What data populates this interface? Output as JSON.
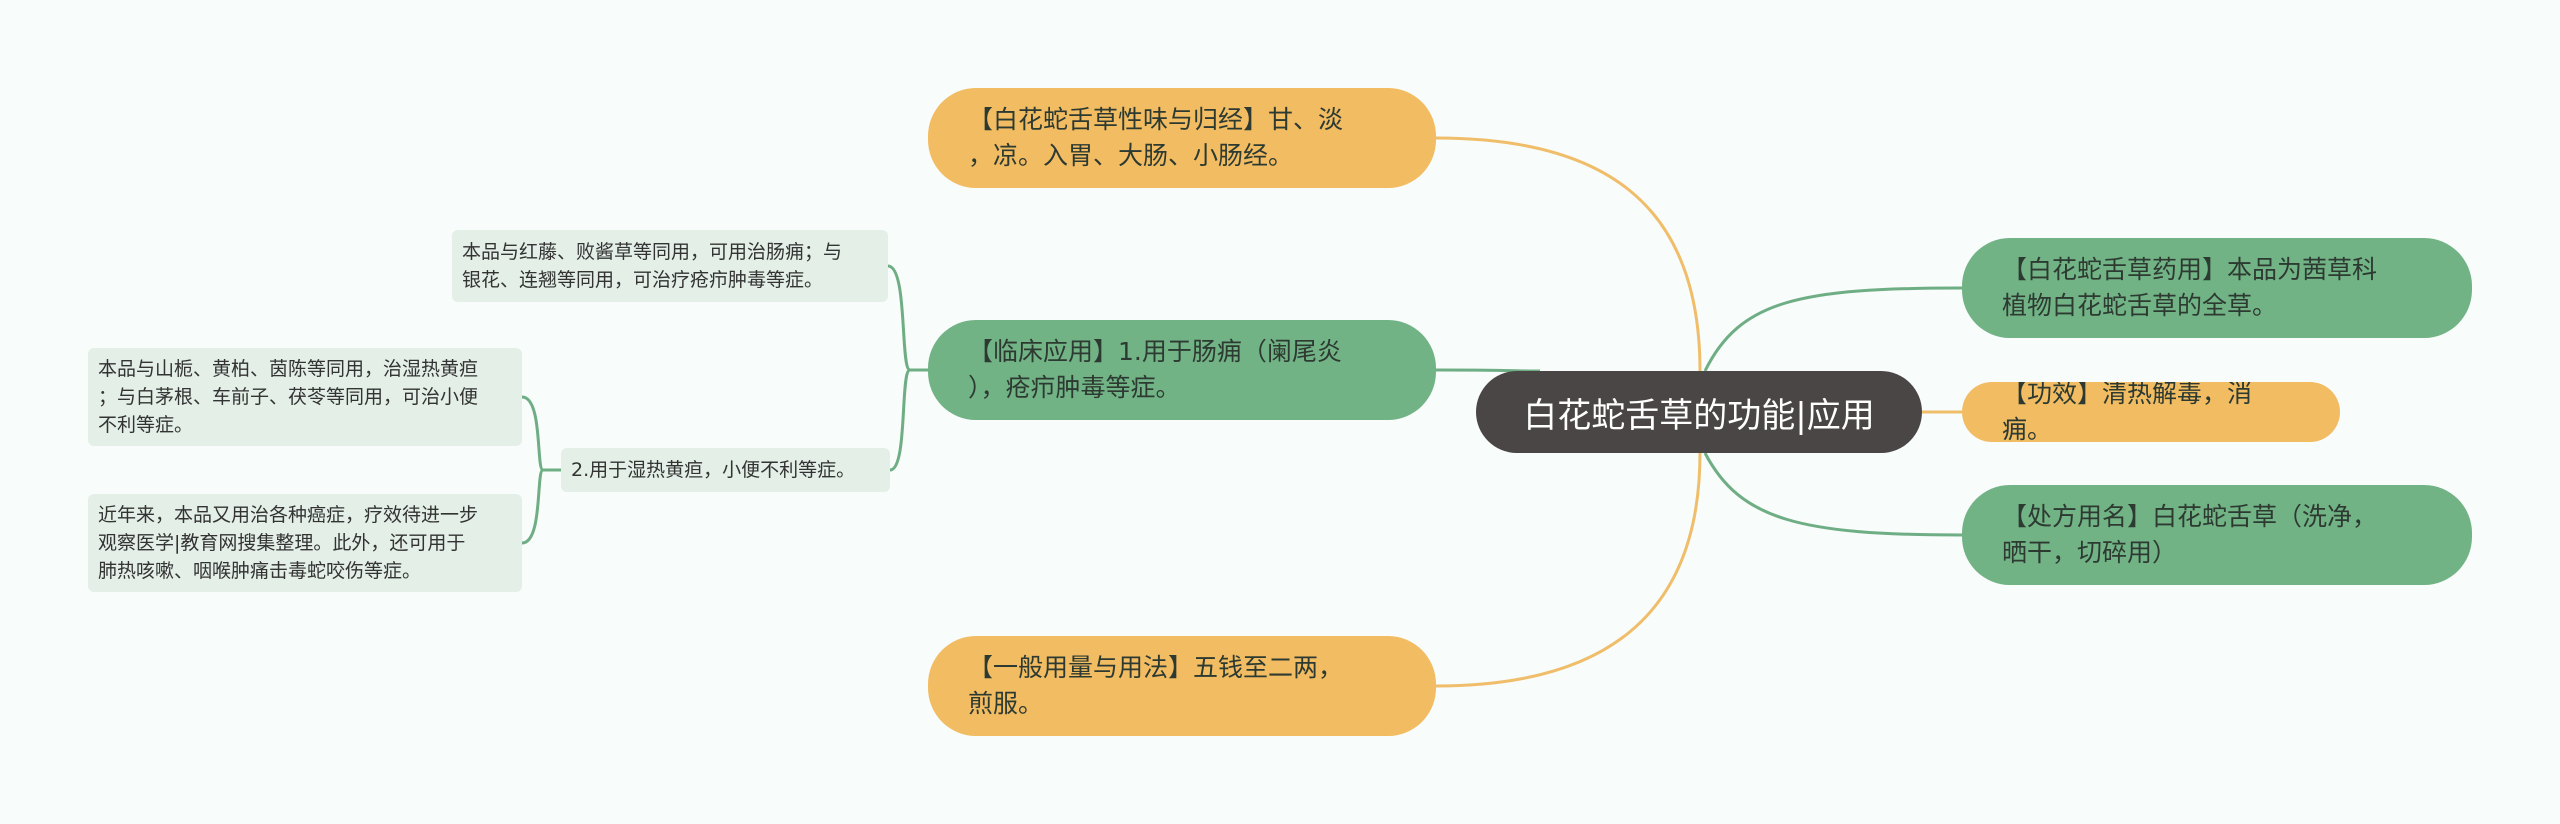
{
  "root": {
    "label": "白花蛇舌草的功能|应用"
  },
  "left": {
    "taste": {
      "text": "【白花蛇舌草性味与归经】甘、淡\n，凉。入胃、大肠、小肠经。"
    },
    "clinical": {
      "text": "【临床应用】1.用于肠痈（阑尾炎\n），疮疖肿毒等症。",
      "leaf_intestinal": "本品与红藤、败酱草等同用，可用治肠痈；与\n银花、连翘等同用，可治疗疮疖肿毒等症。",
      "damp_heat": {
        "text": "2.用于湿热黄疸，小便不利等症。",
        "leaf_jaundice": "本品与山栀、黄柏、茵陈等同用，治湿热黄疸\n；与白茅根、车前子、茯苓等同用，可治小便\n不利等症。",
        "leaf_cancer": "近年来，本品又用治各种癌症，疗效待进一步\n观察医学|教育网搜集整理。此外，还可用于\n肺热咳嗽、咽喉肿痛击毒蛇咬伤等症。"
      }
    },
    "dosage": {
      "text": "【一般用量与用法】五钱至二两，\n煎服。"
    }
  },
  "right": {
    "medicinal": {
      "text": "【白花蛇舌草药用】本品为茜草科\n植物白花蛇舌草的全草。"
    },
    "efficacy": {
      "text": "【功效】清热解毒，消痈。"
    },
    "prescription": {
      "text": "【处方用名】白花蛇舌草（洗净，\n晒干，切碎用）"
    }
  },
  "colors": {
    "orange": "#f2bc62",
    "green": "#72b386",
    "root": "#4a4646",
    "leaf": "#e3efe7",
    "edge_orange": "#f0be6a",
    "edge_green": "#6fae84"
  }
}
